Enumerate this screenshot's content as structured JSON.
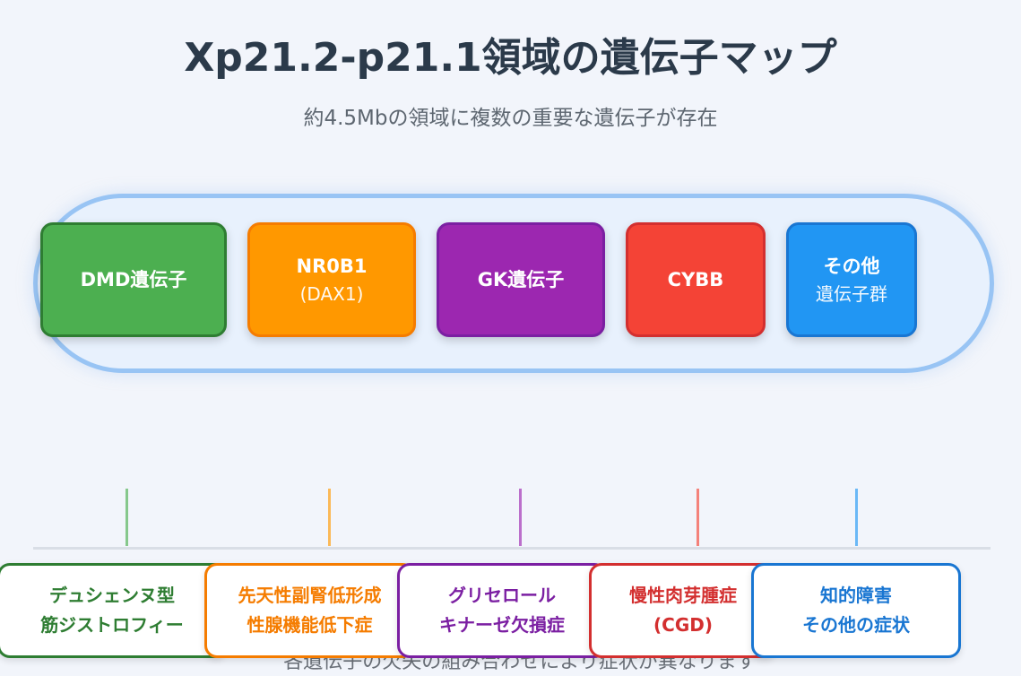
{
  "title": "Xp21.2-p21.1領域の遺伝子マップ",
  "subtitle": "約4.5Mbの領域に複数の重要な遺伝子が存在",
  "genes": [
    {
      "line1": "DMD遺伝子",
      "line2": "",
      "color": "#4caf50",
      "border": "#2e7d32"
    },
    {
      "line1": "NR0B1",
      "line2": "(DAX1)",
      "color": "#ff9800",
      "border": "#f57c00"
    },
    {
      "line1": "GK遺伝子",
      "line2": "",
      "color": "#9c27b0",
      "border": "#7b1fa2"
    },
    {
      "line1": "CYBB",
      "line2": "",
      "color": "#f44336",
      "border": "#d32f2f"
    },
    {
      "line1": "その他",
      "line2": "遺伝子群",
      "color": "#2196f3",
      "border": "#1976d2"
    }
  ],
  "diseases": [
    {
      "line1": "デュシェンヌ型",
      "line2": "筋ジストロフィー",
      "color": "#2e7d32"
    },
    {
      "line1": "先天性副腎低形成",
      "line2": "性腺機能低下症",
      "color": "#f57c00"
    },
    {
      "line1": "グリセロール",
      "line2": "キナーゼ欠損症",
      "color": "#7b1fa2"
    },
    {
      "line1": "慢性肉芽腫症",
      "line2": "(CGD)",
      "color": "#d32f2f"
    },
    {
      "line1": "知的障害",
      "line2": "その他の症状",
      "color": "#1976d2"
    }
  ],
  "footer": "各遺伝子の欠失の組み合わせにより症状が異なります"
}
